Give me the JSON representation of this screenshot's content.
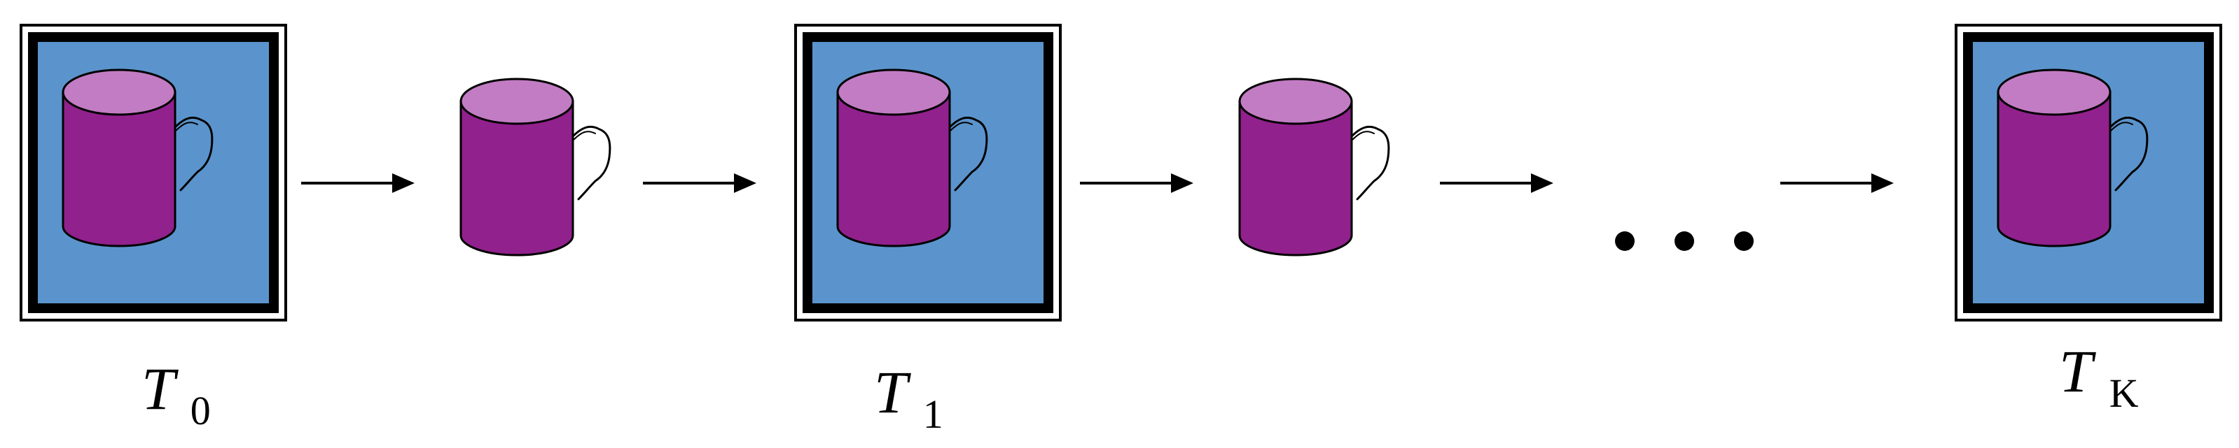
{
  "labels": {
    "t0_main": "T",
    "t0_sub": "0",
    "t1_main": "T",
    "t1_sub": "1",
    "tk_main": "T",
    "tk_sub": "K"
  },
  "colors": {
    "frame_fill": "#5b94cc",
    "frame_border": "#000000",
    "mug_body": "#91218c",
    "mug_top": "#c27cc3",
    "arrow": "#000000",
    "background": "#ffffff"
  },
  "icons": {
    "mug": "mug-icon",
    "arrow": "arrow-right-icon",
    "ellipsis": "ellipsis-icon"
  }
}
